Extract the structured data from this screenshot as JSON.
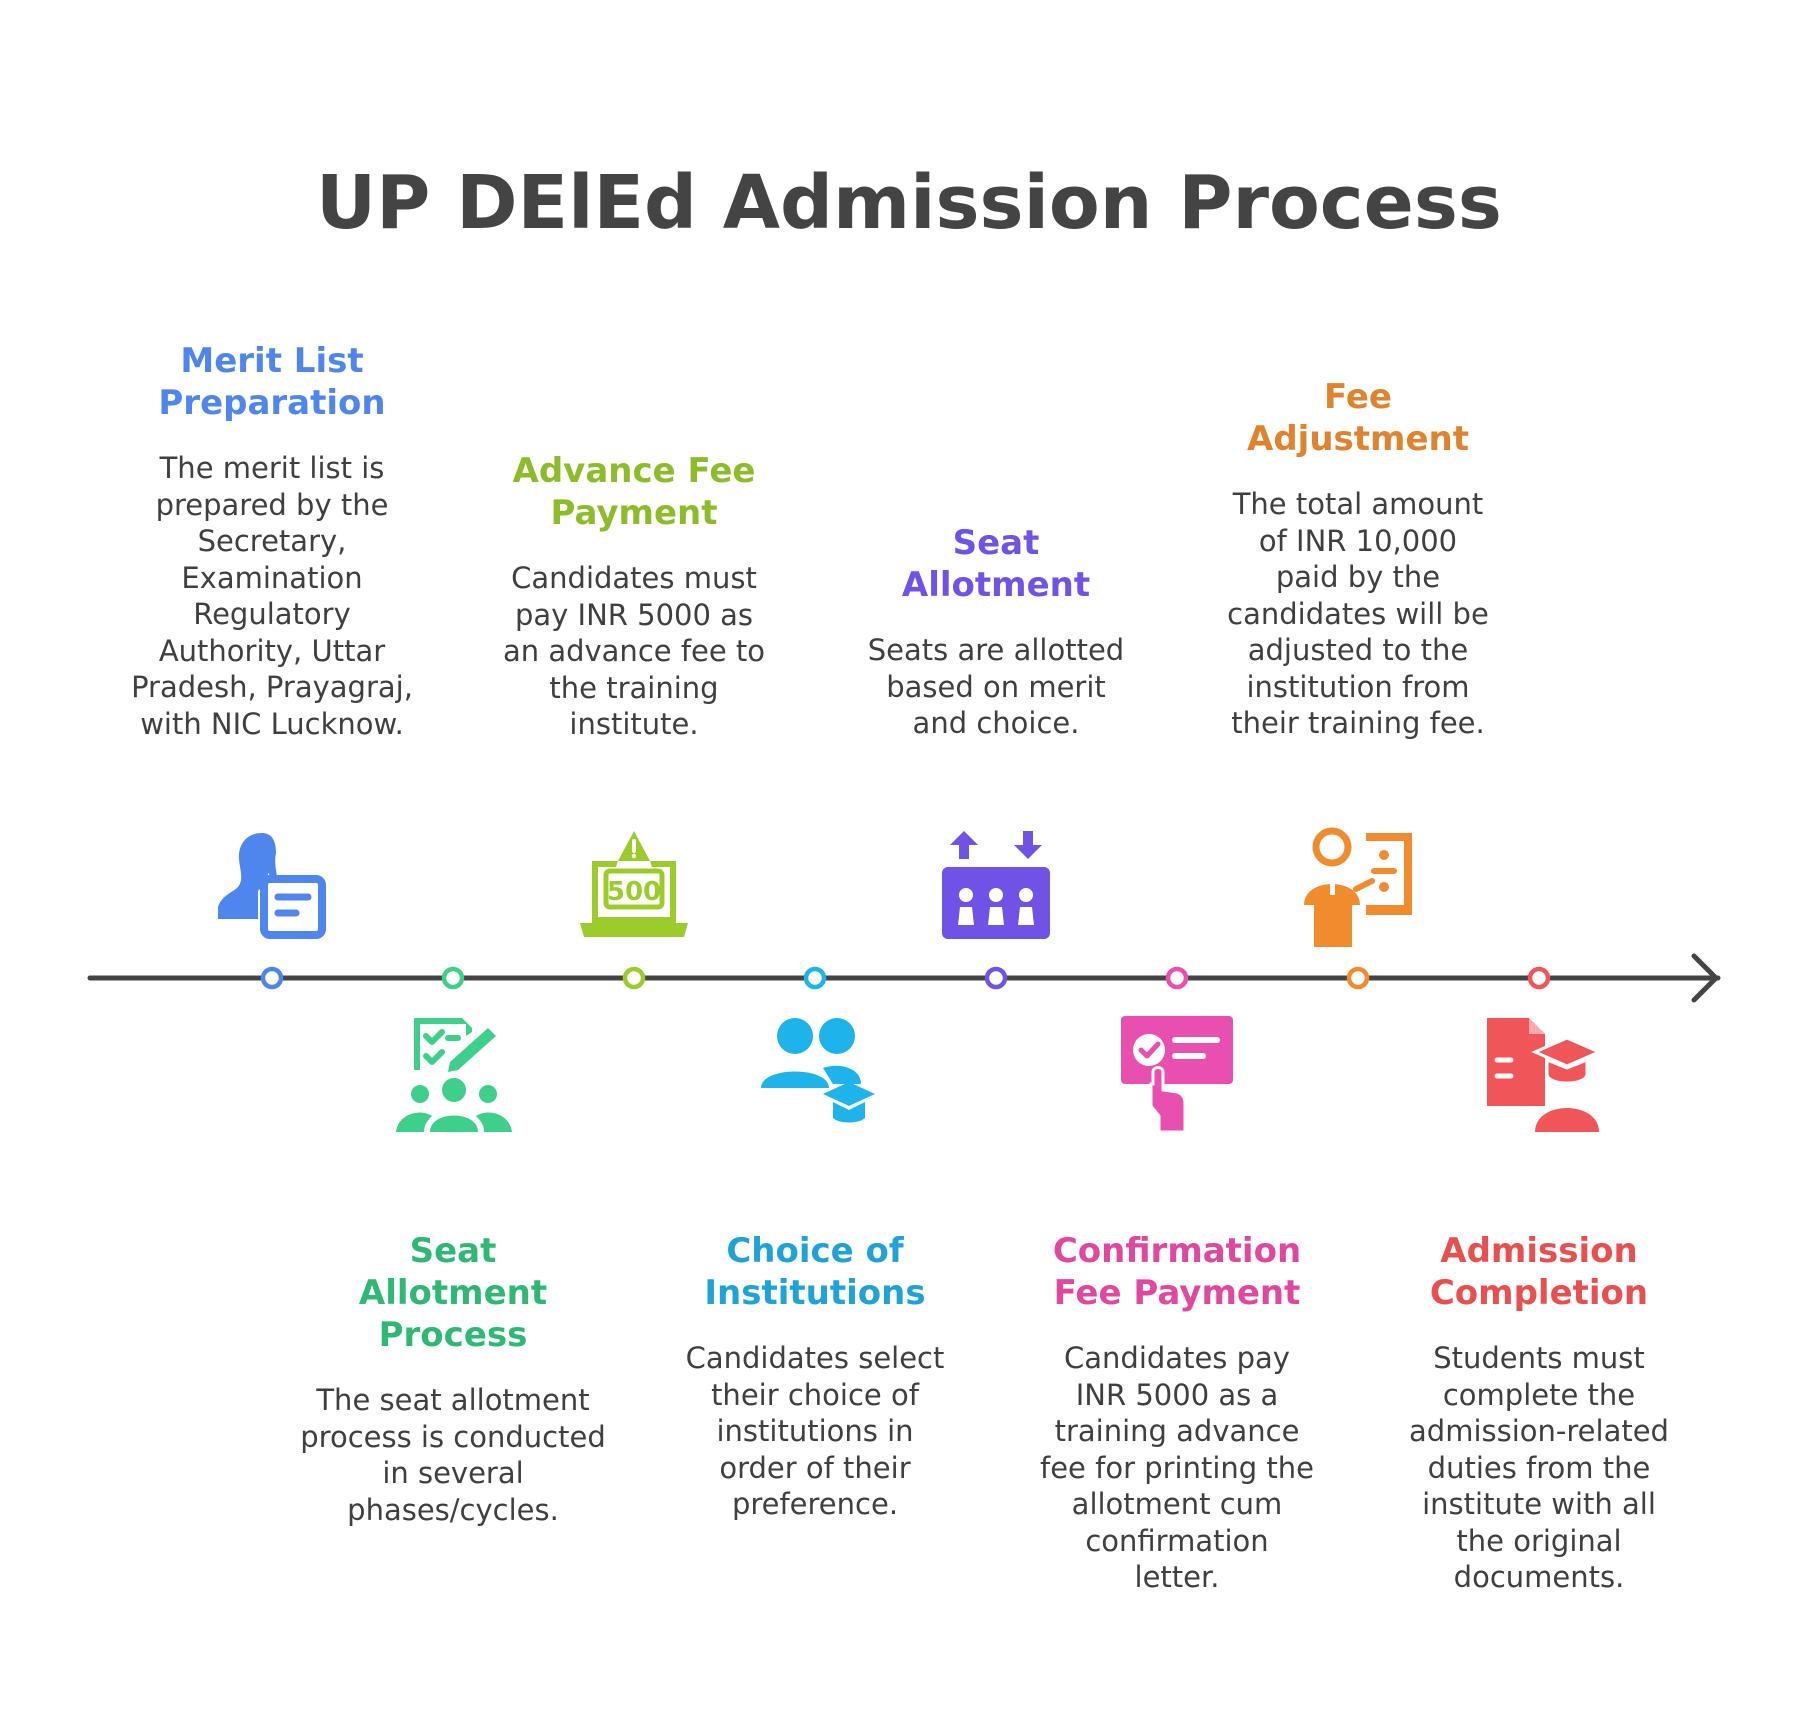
{
  "title": "UP DElEd Admission Process",
  "colors": {
    "axis": "#444444",
    "blue": "#4f86ee",
    "green": "#3ed08a",
    "lime": "#95c22c",
    "cyan": "#1eb3ea",
    "purple": "#7052e6",
    "pink": "#e84fae",
    "orange": "#f08c2e",
    "red": "#f0555a"
  },
  "steps": [
    {
      "title_line1": "Merit List",
      "title_line2": "Preparation",
      "title_line3": "",
      "desc": [
        "The merit list is",
        "prepared by the",
        "Secretary,",
        "Examination",
        "Regulatory",
        "Authority, Uttar",
        "Pradesh, Prayagraj,",
        "with NIC Lucknow."
      ],
      "icon": "person-document-icon",
      "color": "#4f86ee",
      "title_color": "#4f86ee"
    },
    {
      "title_line1": "Seat",
      "title_line2": "Allotment",
      "title_line3": "Process",
      "desc": [
        "The seat allotment",
        "process is conducted",
        "in several",
        "phases/cycles."
      ],
      "icon": "checklist-group-icon",
      "color": "#3ed08a",
      "title_color": "#2fb874"
    },
    {
      "title_line1": "Advance Fee",
      "title_line2": "Payment",
      "title_line3": "",
      "desc": [
        "Candidates must",
        "pay INR 5000 as",
        "an advance fee to",
        "the training",
        "institute."
      ],
      "icon": "laptop-500-alert-icon",
      "color": "#9ccc2c",
      "title_color": "#8dbc2a"
    },
    {
      "title_line1": "Choice of",
      "title_line2": "Institutions",
      "title_line3": "",
      "desc": [
        "Candidates select",
        "their choice of",
        "institutions in",
        "order of their",
        "preference."
      ],
      "icon": "students-graduation-icon",
      "color": "#1eb3ea",
      "title_color": "#1ea2d8"
    },
    {
      "title_line1": "Seat",
      "title_line2": "Allotment",
      "title_line3": "",
      "desc": [
        "Seats are allotted",
        "based on merit",
        "and choice."
      ],
      "icon": "seats-arrows-icon",
      "color": "#7052e6",
      "title_color": "#7052e6"
    },
    {
      "title_line1": "Confirmation",
      "title_line2": "Fee Payment",
      "title_line3": "",
      "desc": [
        "Candidates pay",
        "INR 5000 as a",
        "training advance",
        "fee for printing the",
        "allotment cum",
        "confirmation",
        "letter."
      ],
      "icon": "confirmation-card-icon",
      "color": "#e84fae",
      "title_color": "#e0479f"
    },
    {
      "title_line1": "Fee",
      "title_line2": "Adjustment",
      "title_line3": "",
      "desc": [
        "The total amount",
        "of INR 10,000",
        "paid by the",
        "candidates will be",
        "adjusted to the",
        "institution from",
        "their training fee."
      ],
      "icon": "teacher-division-icon",
      "color": "#f08c2e",
      "title_color": "#e0832e"
    },
    {
      "title_line1": "Admission",
      "title_line2": "Completion",
      "title_line3": "",
      "desc": [
        "Students must",
        "complete the",
        "admission-related",
        "duties from the",
        "institute with all",
        "the original",
        "documents."
      ],
      "icon": "document-graduate-icon",
      "color": "#f0555a",
      "title_color": "#e8504f"
    }
  ]
}
